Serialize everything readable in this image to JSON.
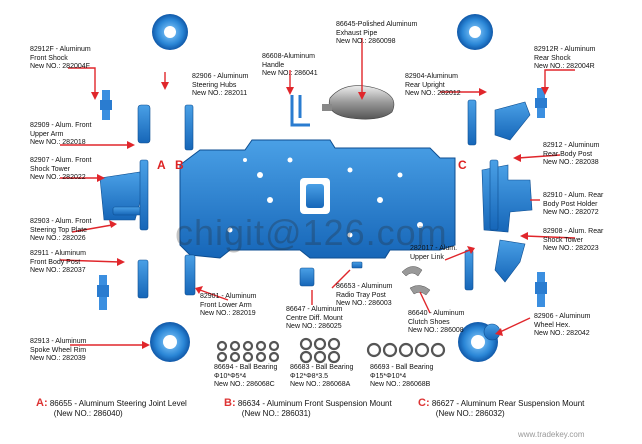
{
  "labels": {
    "front_shock": {
      "part": "82912F - Aluminum",
      "name": "Front Shock",
      "newno": "New NO.: 282004F"
    },
    "steering_hubs": {
      "part": "82906 - Aluminum",
      "name": "Steering Hubs",
      "newno": "New NO.: 282011"
    },
    "handle": {
      "part": "86608-Aluminum",
      "name": "Handle",
      "newno": "New NO.: 286041"
    },
    "exhaust_pipe": {
      "part": "86645-Polished Aluminum",
      "name": "Exhaust Pipe",
      "newno": "New NO.: 2860098"
    },
    "rear_shock": {
      "part": "82912R - Aluminum",
      "name": "Rear Shock",
      "newno": "New NO.: 282004R"
    },
    "rear_upright": {
      "part": "82904-Aluminum",
      "name": "Rear Upright",
      "newno": "New NO.: 282012"
    },
    "front_upper_arm": {
      "part": "82909 - Alum. Front",
      "name": "Upper Arm",
      "newno": "New NO.: 282018"
    },
    "front_shock_tower": {
      "part": "82907 - Alum. Front",
      "name": "Shock Tower",
      "newno": "New NO.: 282022"
    },
    "rear_body_post": {
      "part": "82912 - Aluminum",
      "name": "Rear Body Post",
      "newno": "New NO.: 282038"
    },
    "rear_body_post_holder": {
      "part": "82910 - Alum. Rear",
      "name": "Body Post Holder",
      "newno": "New NO.: 282072"
    },
    "steering_top_plate": {
      "part": "82903 - Alum. Front",
      "name": "Steering Top Plate",
      "newno": "New NO.: 282026"
    },
    "rear_shock_tower": {
      "part": "82908 - Alum. Rear",
      "name": "Shock Tower",
      "newno": "New NO.: 282023"
    },
    "front_body_post": {
      "part": "82911 - Aluminum",
      "name": "Front Body Post",
      "newno": "New NO.: 282037"
    },
    "upper_link": {
      "part": "282017 - Alum.",
      "name": "Upper Link",
      "newno": ""
    },
    "radio_tray_post": {
      "part": "86653 - Aluminum",
      "name": "Radio Tray Post",
      "newno": "New NO.: 286003"
    },
    "front_lower_arm": {
      "part": "82901 - Aluminum",
      "name": "Front Lower Arm",
      "newno": "New NO.: 282019"
    },
    "centre_diff_mount": {
      "part": "86647 - Aluminum",
      "name": "Centre Diff. Mount",
      "newno": "New NO.: 286025"
    },
    "clutch_shoes": {
      "part": "86640 - Aluminum",
      "name": "Clutch Shoes",
      "newno": "New NO.: 286008"
    },
    "wheel_hex": {
      "part": "82906 - Aluminum",
      "name": "Wheel Hex.",
      "newno": "New NO.: 282042"
    },
    "spoke_wheel_rim": {
      "part": "82913 - Aluminum",
      "name": "Spoke Wheel Rim",
      "newno": "New NO.: 282039"
    },
    "bearing_1": {
      "part": "86694 - Ball Bearing",
      "name": "Φ10*Φ5*4",
      "newno": "New NO.: 286068C"
    },
    "bearing_2": {
      "part": "86683 - Ball Bearing",
      "name": "Φ12*Φ8*3.5",
      "newno": "New NO.: 286068A"
    },
    "bearing_3": {
      "part": "86693 - Ball Bearing",
      "name": "Φ15*Φ10*4",
      "newno": "New NO.: 286068B"
    }
  },
  "markers": {
    "a": "A",
    "b": "B",
    "c": "C"
  },
  "watermark": "chigit@126.com",
  "footer": {
    "a": {
      "letter": "A:",
      "part": "86655 - Aluminum Steering Joint Level",
      "newno": "(New NO.: 286040)"
    },
    "b": {
      "letter": "B:",
      "part": "86634 - Aluminum Front Suspension Mount",
      "newno": "(New NO.: 286031)"
    },
    "c": {
      "letter": "C:",
      "part": "86627 - Aluminum Rear Suspension Mount",
      "newno": "(New NO.: 286032)"
    }
  },
  "corner_watermark": "www.tradekey.com"
}
